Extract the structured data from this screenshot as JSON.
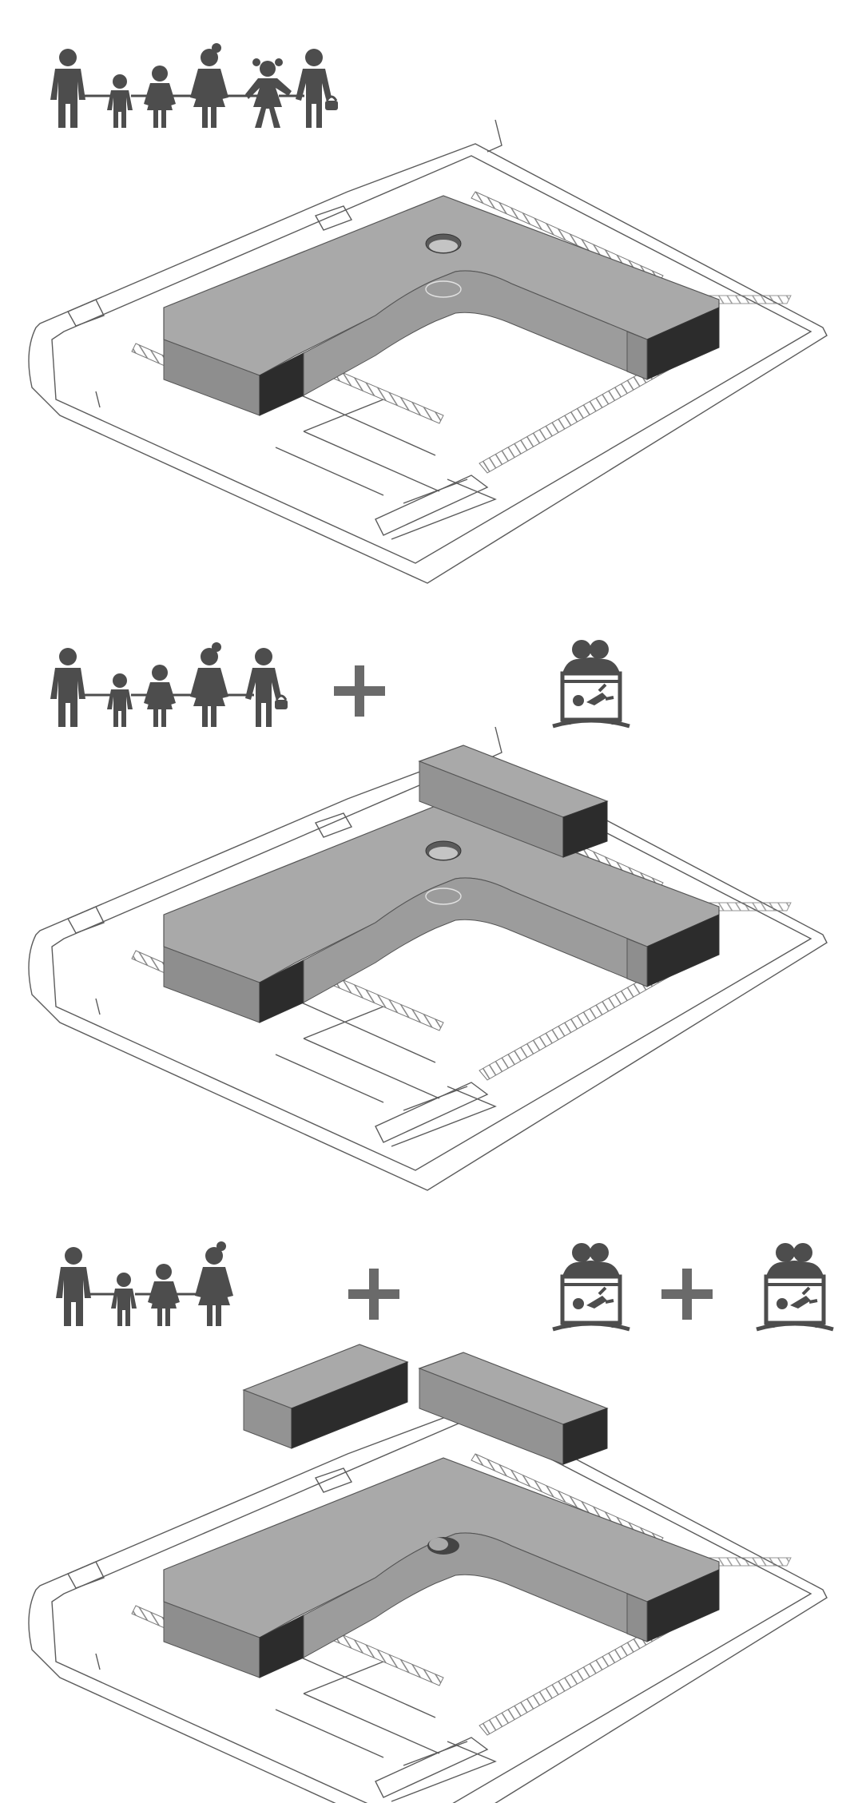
{
  "diagram": {
    "panel_count": 3,
    "colors": {
      "background": "#ffffff",
      "icon": "#4d4d4d",
      "roof": "#a9a9a9",
      "front_face": "#8e8e8e",
      "dark_face": "#2c2c2c",
      "site_lines": "#5c5c5c",
      "hatch": "#7a7a7a"
    },
    "panels": [
      {
        "id": "panel-1",
        "family_icons": [
          "man-icon",
          "child-icon",
          "girl-icon",
          "woman-icon",
          "girl-pigtails-icon",
          "woman-handbag-icon"
        ],
        "addons": [],
        "extra_blocks": [],
        "atrium_opening": true
      },
      {
        "id": "panel-2",
        "family_icons": [
          "man-icon",
          "child-icon",
          "girl-icon",
          "woman-icon",
          "woman-handbag-icon"
        ],
        "addons": [
          "plus-icon",
          "nursery-crib-icon"
        ],
        "extra_blocks": [
          "upper-block-right"
        ],
        "atrium_opening": true
      },
      {
        "id": "panel-3",
        "family_icons": [
          "man-icon",
          "child-icon",
          "girl-icon",
          "woman-icon"
        ],
        "addons": [
          "plus-icon",
          "nursery-crib-icon",
          "plus-icon",
          "nursery-crib-icon"
        ],
        "extra_blocks": [
          "upper-block-right",
          "upper-block-left"
        ],
        "atrium_opening": false
      }
    ]
  }
}
